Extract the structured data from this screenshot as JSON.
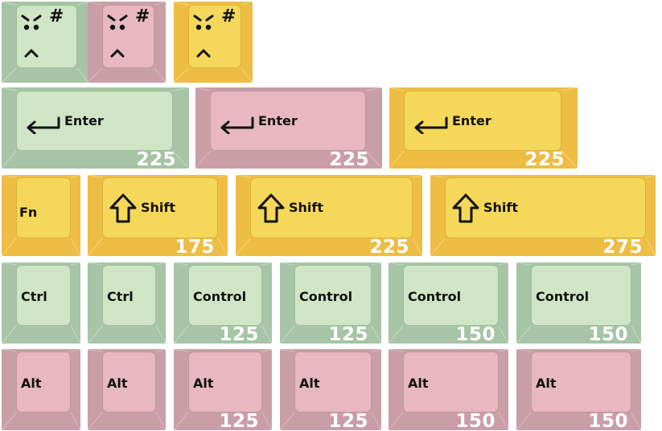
{
  "colors": {
    "green": "#cfe5c5",
    "pink": "#e8b7c1",
    "yellow": "#f5d75a"
  },
  "rows": [
    {
      "keys": [
        {
          "color": "green",
          "legend": "",
          "icon": "angry-face-hash-icon",
          "size": ""
        },
        {
          "color": "pink",
          "legend": "",
          "icon": "angry-face-hash-icon",
          "size": ""
        },
        {
          "color": "yellow",
          "legend": "",
          "icon": "angry-face-hash-icon",
          "size": ""
        }
      ]
    },
    {
      "keys": [
        {
          "color": "green",
          "legend": "Enter",
          "icon": "enter-arrow-icon",
          "size": "225"
        },
        {
          "color": "pink",
          "legend": "Enter",
          "icon": "enter-arrow-icon",
          "size": "225"
        },
        {
          "color": "yellow",
          "legend": "Enter",
          "icon": "enter-arrow-icon",
          "size": "225"
        }
      ]
    },
    {
      "keys": [
        {
          "color": "yellow",
          "legend": "Fn",
          "icon": "",
          "size": ""
        },
        {
          "color": "yellow",
          "legend": "Shift",
          "icon": "shift-arrow-icon",
          "size": "175"
        },
        {
          "color": "yellow",
          "legend": "Shift",
          "icon": "shift-arrow-icon",
          "size": "225"
        },
        {
          "color": "yellow",
          "legend": "Shift",
          "icon": "shift-arrow-icon",
          "size": "275"
        }
      ]
    },
    {
      "keys": [
        {
          "color": "green",
          "legend": "Ctrl",
          "size": ""
        },
        {
          "color": "green",
          "legend": "Ctrl",
          "size": ""
        },
        {
          "color": "green",
          "legend": "Control",
          "size": "125"
        },
        {
          "color": "green",
          "legend": "Control",
          "size": "125"
        },
        {
          "color": "green",
          "legend": "Control",
          "size": "150"
        },
        {
          "color": "green",
          "legend": "Control",
          "size": "150"
        }
      ]
    },
    {
      "keys": [
        {
          "color": "pink",
          "legend": "Alt",
          "size": ""
        },
        {
          "color": "pink",
          "legend": "Alt",
          "size": ""
        },
        {
          "color": "pink",
          "legend": "Alt",
          "size": "125"
        },
        {
          "color": "pink",
          "legend": "Alt",
          "size": "125"
        },
        {
          "color": "pink",
          "legend": "Alt",
          "size": "150"
        },
        {
          "color": "pink",
          "legend": "Alt",
          "size": "150"
        }
      ]
    }
  ]
}
